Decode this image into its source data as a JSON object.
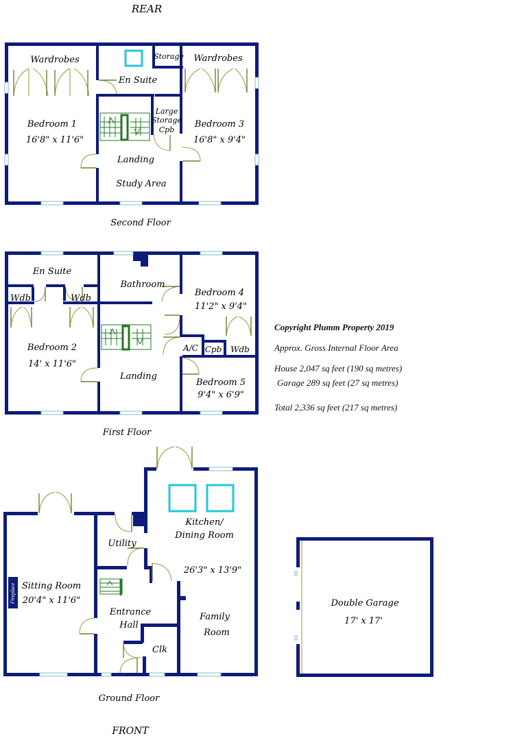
{
  "headings": {
    "rear": "REAR",
    "front": "FRONT"
  },
  "floors": {
    "second": {
      "title": "Second Floor",
      "rooms": {
        "wardrobes_left": "Wardrobes",
        "en_suite": "En Suite",
        "storage": "Storage",
        "wardrobes_right": "Wardrobes",
        "bedroom1_name": "Bedroom 1",
        "bedroom1_size": "16'8\" x 11'6\"",
        "large_storage_1": "Large",
        "large_storage_2": "Storage",
        "large_storage_3": "Cpb",
        "bedroom3_name": "Bedroom 3",
        "bedroom3_size": "16'8\" x 9'4\"",
        "landing": "Landing",
        "study": "Study Area"
      }
    },
    "first": {
      "title": "First Floor",
      "rooms": {
        "en_suite": "En Suite",
        "wdb_left": "Wdb",
        "wdb_mid": "Wdb",
        "bathroom": "Bathroom",
        "bedroom4_name": "Bedroom 4",
        "bedroom4_size": "11'2\" x 9'4\"",
        "bedroom2_name": "Bedroom 2",
        "bedroom2_size": "14' x 11'6\"",
        "ac": "A/C",
        "cpb": "Cpb",
        "wdb_right": "Wdb",
        "landing": "Landing",
        "bedroom5_name": "Bedroom 5",
        "bedroom5_size": "9'4\" x 6'9\""
      }
    },
    "ground": {
      "title": "Ground Floor",
      "rooms": {
        "kitchen_1": "Kitchen/",
        "kitchen_2": "Dining Room",
        "utility": "Utility",
        "kitchen_size": "26'3\" x 13'9\"",
        "sitting_name": "Sitting Room",
        "sitting_size": "20'4\" x 11'6\"",
        "fireplace": "Fireplace",
        "hall_1": "Entrance",
        "hall_2": "Hall",
        "family_1": "Family",
        "family_2": "Room",
        "clk": "Clk"
      }
    },
    "garage": {
      "name": "Double Garage",
      "size": "17' x 17'"
    }
  },
  "info": {
    "copyright": "Copyright Plumm Property 2019",
    "area_heading": "Approx. Gross Internal Floor Area",
    "house": "House   2,047 sq feet (190 sq metres)",
    "garage": "Garage   289 sq feet (27 sq metres)",
    "total": "Total   2,336 sq feet (217 sq metres)"
  },
  "colors": {
    "wall": "#0d1b7a",
    "window": "#7fbfc7",
    "skylight": "#22c8d8",
    "stairs": "#1f7a1f",
    "door": "#9a9a40"
  }
}
